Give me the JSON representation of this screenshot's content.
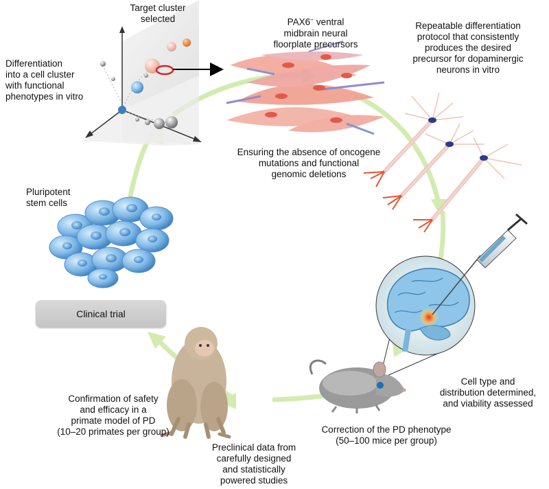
{
  "labels": {
    "target_cluster": "Target cluster\nselected",
    "pax6_pre": "PAX6",
    "pax6_sup": "–",
    "pax6_post": " ventral\nmidbrain neural\nfloorplate precursors",
    "repeatable": "Repeatable differentiation\nprotocol that consistently\nproduces the desired\nprecursor for dopaminergic\nneurons in vitro",
    "differentiation": "Differentiation\ninto a cell cluster\nwith functional\nphenotypes in vitro",
    "ensuring": "Ensuring the absence of oncogene\nmutations and functional\ngenomic deletions",
    "pluripotent": "Pluripotent\nstem cells",
    "clinical_trial": "Clinical trial",
    "cell_type": "Cell type and\ndistribution determined,\nand viability assessed",
    "confirmation": "Confirmation of safety\nand efficacy in a\nprimate model of PD\n(10–20 primates per group)",
    "correction": "Correction of the PD phenotype\n(50–100 mice per group)",
    "preclinical": "Preclinical data from\ncarefully designed\nand statistically\npowered studies"
  },
  "colors": {
    "arrow": "#cfe8a8",
    "stem_cell": "#7fb8e6",
    "precursor": "#f0a090",
    "neuron_axon": "#e8c8c0",
    "nucleus": "#2a3a8c",
    "brain": "#8ec5e8"
  },
  "icons": [
    "3d-scatter-icon",
    "precursor-cells-icon",
    "neurons-icon",
    "stem-cells-icon",
    "brain-syringe-icon",
    "mouse-icon",
    "monkey-icon"
  ]
}
